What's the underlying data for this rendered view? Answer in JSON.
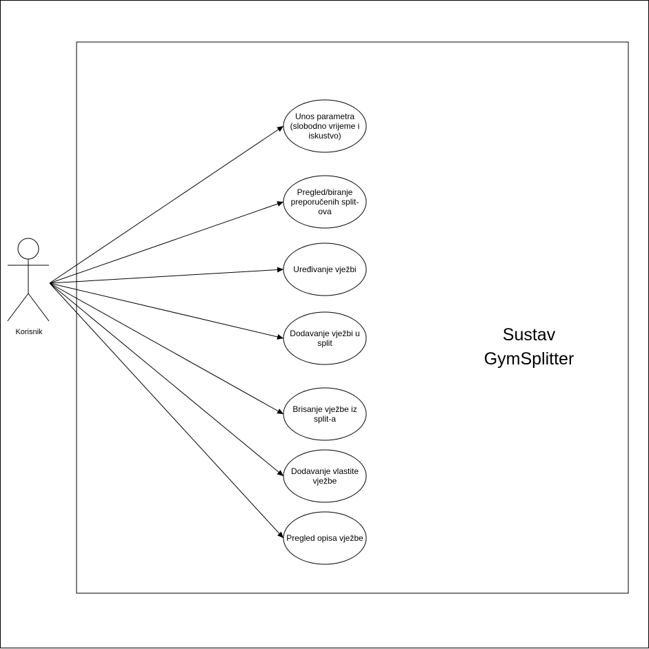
{
  "actor": {
    "name": "Korisnik"
  },
  "system": {
    "title_lines": [
      "Sustav",
      "GymSplitter"
    ]
  },
  "use_cases": [
    {
      "lines": [
        "Unos parametra",
        "(slobodno vrijeme i",
        "iskustvo)"
      ]
    },
    {
      "lines": [
        "Pregled/biranje",
        "preporučenih split-",
        "ova"
      ]
    },
    {
      "lines": [
        "Uređivanje vježbi"
      ]
    },
    {
      "lines": [
        "Dodavanje vježbi u",
        "split"
      ]
    },
    {
      "lines": [
        "Brisanje vježbe iz",
        "split-a"
      ]
    },
    {
      "lines": [
        "Dodavanje vlastite",
        "vježbe"
      ]
    },
    {
      "lines": [
        "Pregled opisa vježbe"
      ]
    }
  ],
  "colors": {
    "stroke": "#000000",
    "fill": "#ffffff"
  }
}
